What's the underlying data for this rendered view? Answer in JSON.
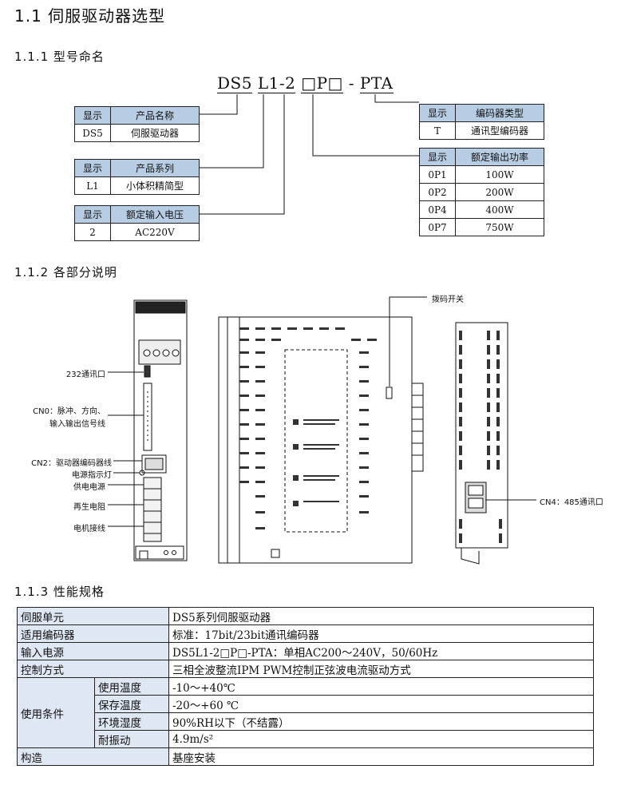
{
  "headings": {
    "h1": "1.1 伺服驱动器选型",
    "h11": "1.1.1 型号命名",
    "h12": "1.1.2 各部分说明",
    "h13": "1.1.3 性能规格"
  },
  "model_code": {
    "p1": "DS5",
    "p2": "L1",
    "p3": "-2",
    "p4": "□P□",
    "p5": " - ",
    "p6": "PTA"
  },
  "naming_tables": {
    "name": {
      "h1": "显示",
      "h2": "产品名称",
      "k": "DS5",
      "v": "伺服驱动器"
    },
    "series": {
      "h1": "显示",
      "h2": "产品系列",
      "k": "L1",
      "v": "小体积精简型"
    },
    "voltage": {
      "h1": "显示",
      "h2": "额定输入电压",
      "k": "2",
      "v": "AC220V"
    },
    "encoder": {
      "h1": "显示",
      "h2": "编码器类型",
      "k": "T",
      "v": "通讯型编码器"
    },
    "power": {
      "h1": "显示",
      "h2": "额定输出功率",
      "rows": [
        {
          "k": "0P1",
          "v": "100W"
        },
        {
          "k": "0P2",
          "v": "200W"
        },
        {
          "k": "0P4",
          "v": "400W"
        },
        {
          "k": "0P7",
          "v": "750W"
        }
      ]
    }
  },
  "diagram": {
    "labels": {
      "dip": "拨码开关",
      "rs232": "232通讯口",
      "cn0_line1": "CN0：脉冲、方向、",
      "cn0_line2": "输入输出信号线",
      "cn2": "CN2：驱动器编码器线",
      "power_led": "电源指示灯",
      "supply": "供电电源",
      "regen": "再生电阻",
      "motor": "电机接线",
      "cn4": "CN4：485通讯口"
    }
  },
  "spec": {
    "r1": {
      "k": "伺服单元",
      "v": "DS5系列伺服驱动器"
    },
    "r2": {
      "k": "适用编码器",
      "v": "标准：17bit/23bit通讯编码器"
    },
    "r3": {
      "k": "输入电源",
      "v": "DS5L1-2□P□-PTA：单相AC200～240V，50/60Hz"
    },
    "r4": {
      "k": "控制方式",
      "v": "三相全波整流IPM PWM控制正弦波电流驱动方式"
    },
    "cond": {
      "k": "使用条件",
      "rows": [
        {
          "k": "使用温度",
          "v": "-10～+40℃"
        },
        {
          "k": "保存温度",
          "v": "-20～+60 ℃"
        },
        {
          "k": "环境湿度",
          "v": "90%RH以下（不结露）"
        },
        {
          "k": "耐振动",
          "v": "4.9m/s²"
        }
      ]
    },
    "r5": {
      "k": "构造",
      "v": "基座安装"
    }
  }
}
